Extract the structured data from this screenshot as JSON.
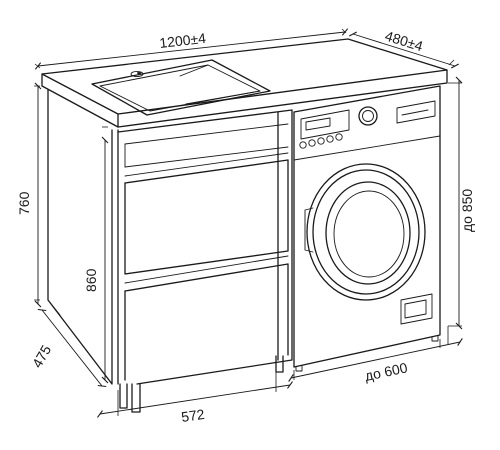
{
  "dimensions": {
    "top_width": "1200±4",
    "top_depth": "480±4",
    "cabinet_height": "760",
    "washer_space_height": "до 850",
    "cabinet_full_height": "860",
    "cabinet_depth": "475",
    "cabinet_width": "572",
    "washer_space_width": "до 600"
  },
  "colors": {
    "line": "#1a1a1a",
    "background": "#ffffff"
  }
}
